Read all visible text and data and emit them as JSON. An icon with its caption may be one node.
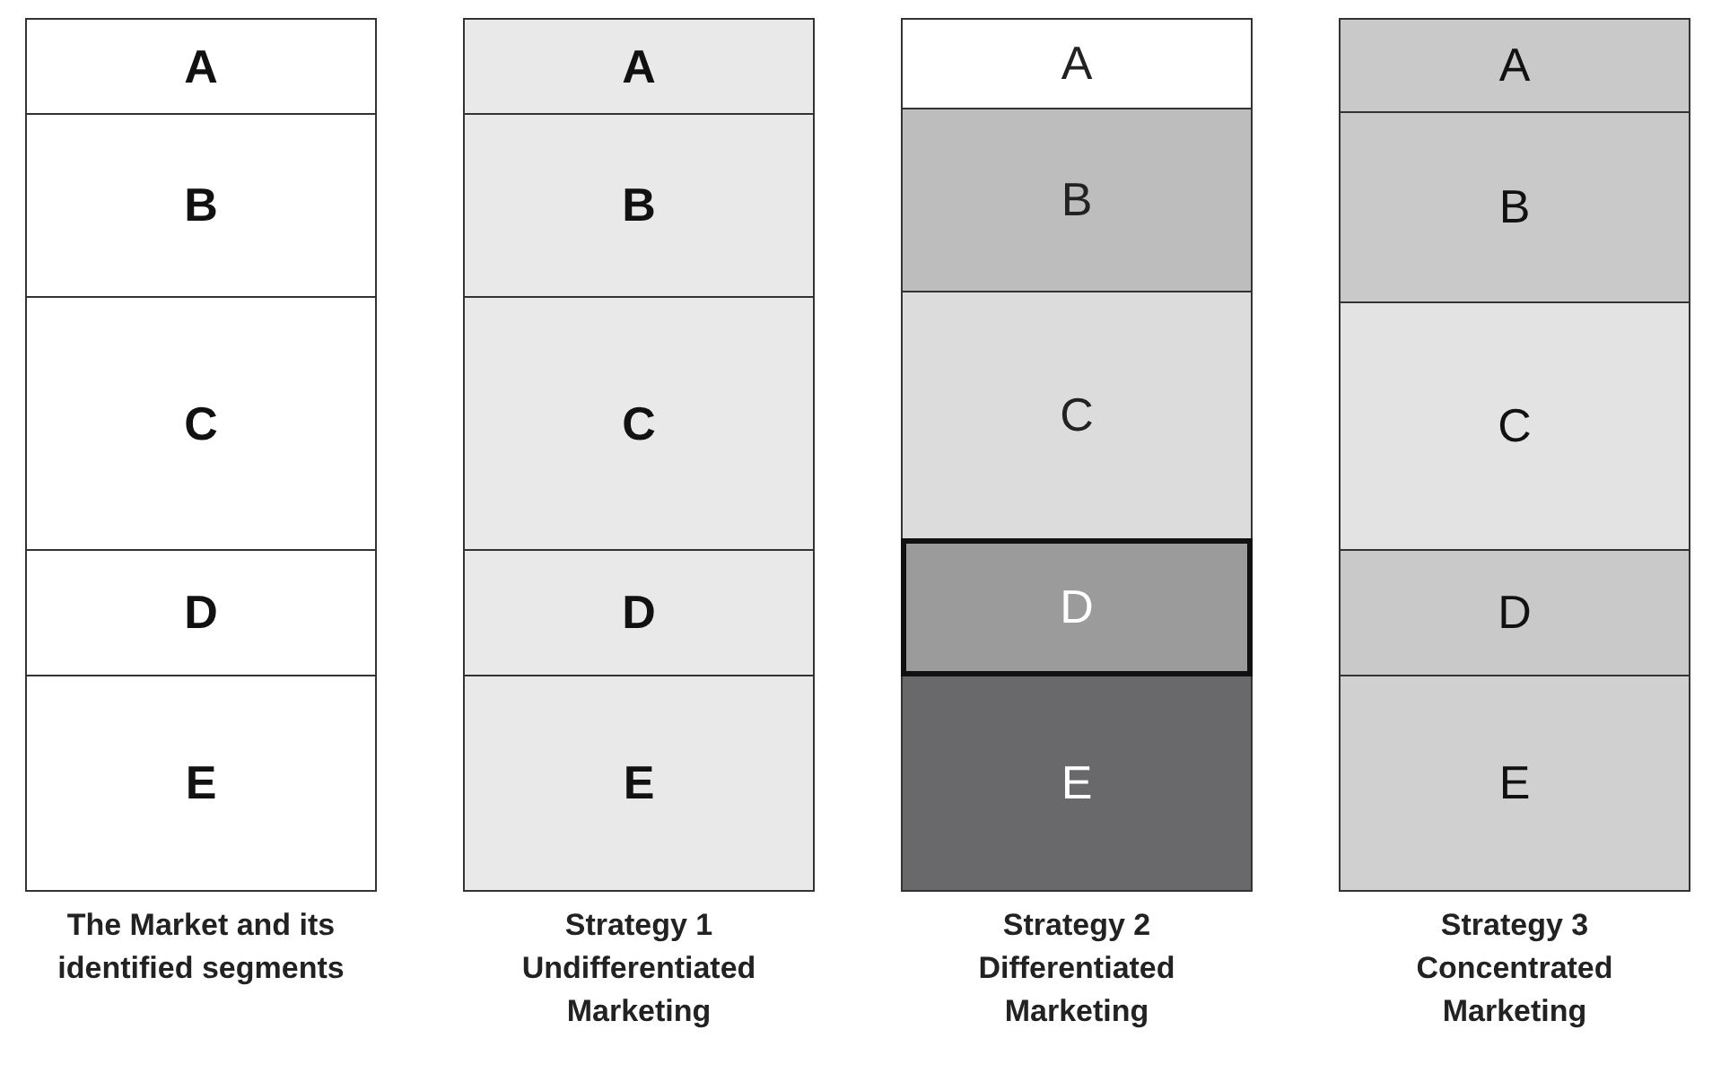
{
  "diagram": {
    "nodes": [
      {
        "text": [
          "The Market and its identified segments"
        ]
      },
      {
        "text": [
          "A"
        ],
        "in": 0
      },
      {
        "text": [
          "B"
        ],
        "in": 0
      },
      {
        "text": [
          "C"
        ],
        "in": 0
      },
      {
        "text": [
          "D"
        ],
        "in": 0
      },
      {
        "text": [
          "E"
        ],
        "in": 0
      },
      {
        "text": [
          "Strategy 1 Undifferentiated Marketing"
        ]
      },
      {
        "text": [
          "A"
        ],
        "in": 6
      },
      {
        "text": [
          "B"
        ],
        "in": 6
      },
      {
        "text": [
          "C"
        ],
        "in": 6
      },
      {
        "text": [
          "D"
        ],
        "in": 6
      },
      {
        "text": [
          "E"
        ],
        "in": 6
      },
      {
        "text": [
          "Strategy 2 Differentiated Marketing"
        ]
      },
      {
        "text": [
          "A"
        ],
        "in": 12
      },
      {
        "text": [
          "B"
        ],
        "in": 12
      },
      {
        "text": [
          "C"
        ],
        "in": 12
      },
      {
        "text": [
          "D"
        ],
        "in": 12
      },
      {
        "text": [
          "E"
        ],
        "in": 12
      },
      {
        "text": [
          "Strategy 3 Concentrated Marketing"
        ]
      },
      {
        "text": [
          "A"
        ],
        "in": 18
      },
      {
        "text": [
          "B"
        ],
        "in": 18
      },
      {
        "text": [
          "C"
        ],
        "in": 18
      },
      {
        "text": [
          "D"
        ],
        "in": 18
      },
      {
        "text": [
          "E"
        ],
        "in": 18
      }
    ]
  }
}
